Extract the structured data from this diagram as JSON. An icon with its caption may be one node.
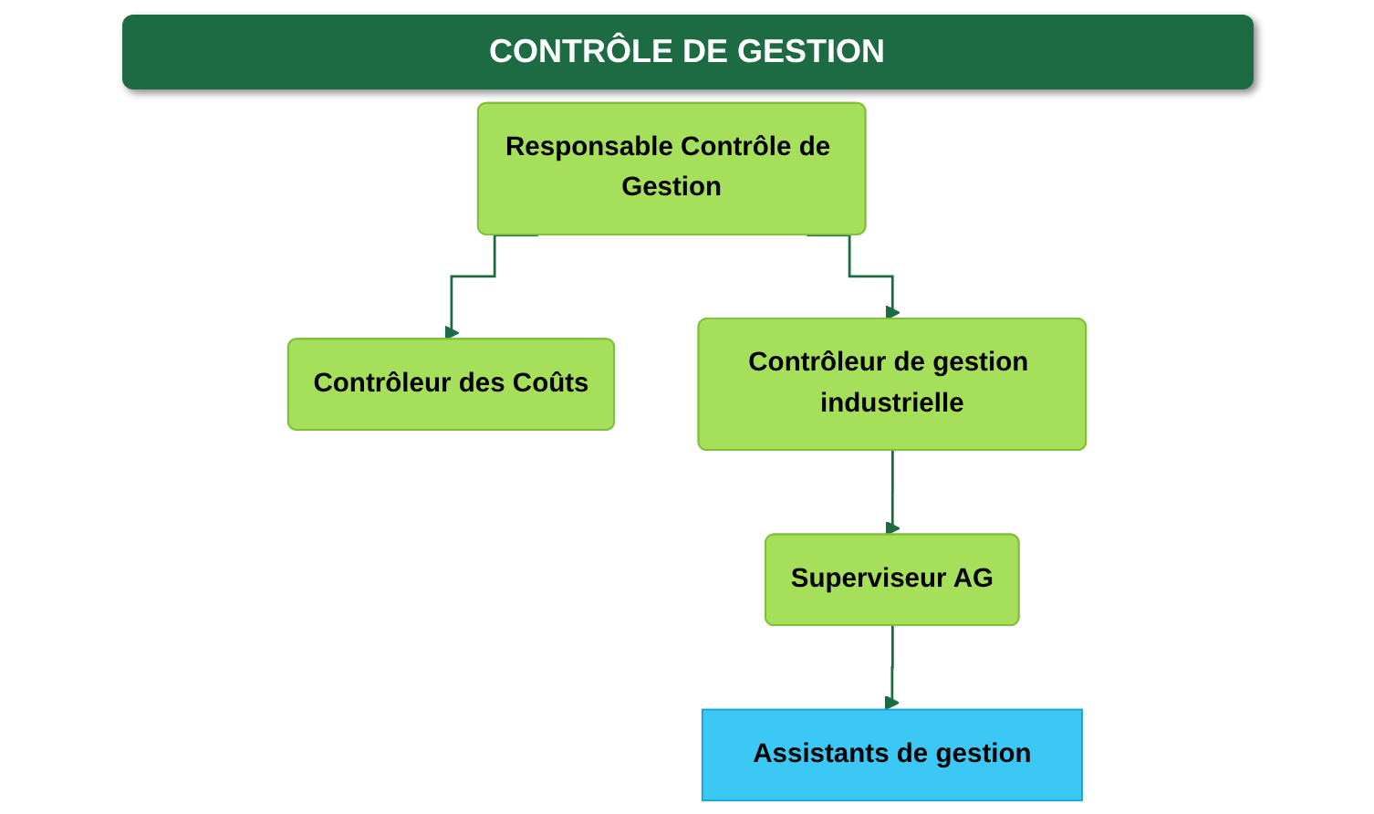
{
  "diagram": {
    "title": "CONTRÔLE DE GESTION",
    "nodes": [
      {
        "text": [
          "Responsable Contrôle de Gestion"
        ]
      },
      {
        "text": [
          "Contrôleur des Coûts"
        ]
      },
      {
        "text": [
          "Contrôleur de gestion industrielle"
        ]
      },
      {
        "text": [
          "Superviseur AG"
        ]
      },
      {
        "text": [
          "Assistants de gestion"
        ]
      }
    ],
    "edges": [
      {
        "from": 0,
        "to": 1,
        "arrow": "to"
      },
      {
        "from": 0,
        "to": 2,
        "arrow": "to"
      },
      {
        "from": 2,
        "to": 3,
        "arrow": "to"
      },
      {
        "from": 3,
        "to": 4,
        "arrow": "to"
      }
    ]
  }
}
